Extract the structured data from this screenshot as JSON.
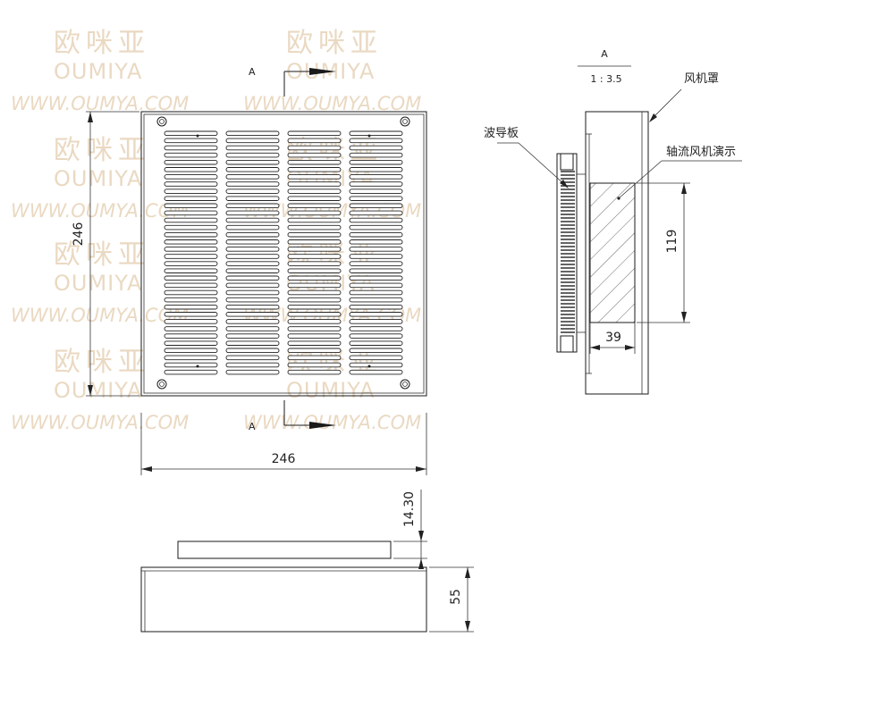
{
  "watermark": {
    "chinese": "欧咪亚",
    "brand": "OUMIYA",
    "url": "WWW.OUMYA.COM"
  },
  "front_view": {
    "section_label_top": "A",
    "section_label_bottom": "A",
    "dim_height": "246",
    "dim_width": "246"
  },
  "side_view": {
    "dim_top_plate": "14.30",
    "dim_height": "55"
  },
  "section_view": {
    "title": "A",
    "scale": "1 : 3.5",
    "label_fan_cover": "风机罩",
    "label_waveguide": "波导板",
    "label_axial_fan": "轴流风机演示",
    "dim_fan_height": "119",
    "dim_fan_depth": "39"
  }
}
